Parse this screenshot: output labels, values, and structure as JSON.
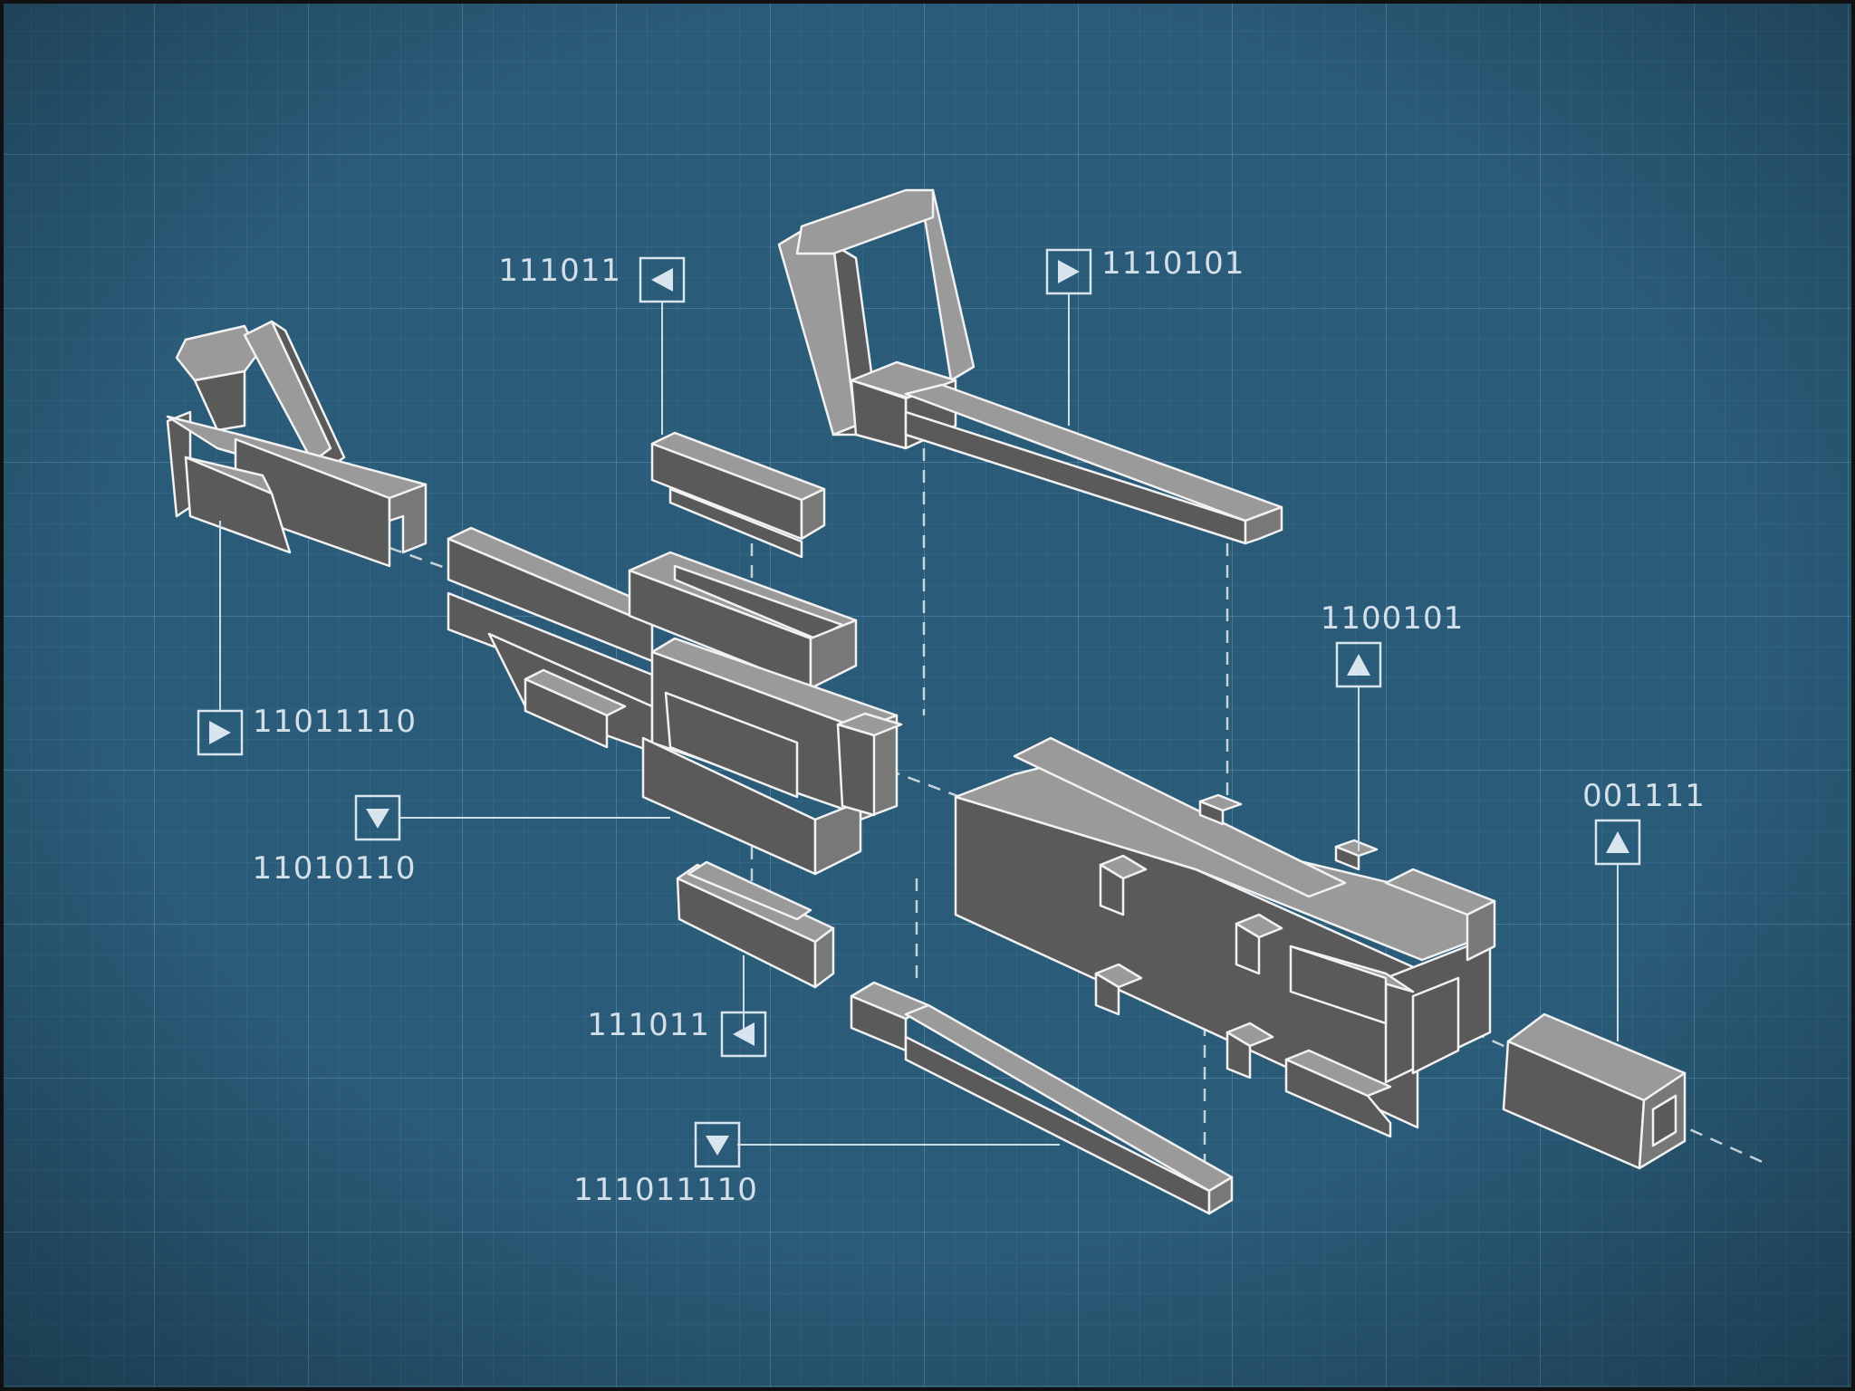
{
  "diagram": {
    "colors": {
      "background": "#2a5b78",
      "grid_minor": "#3b6d8b",
      "grid_major": "#4f7f9c",
      "part_top": "#9a9a9a",
      "part_side": "#5a5a5a",
      "outline": "#f2f2f2",
      "callout": "#d3e0ea"
    },
    "callouts": [
      {
        "id": "c1",
        "label": "111011",
        "icon": "arrow-left-icon"
      },
      {
        "id": "c2",
        "label": "1110101",
        "icon": "arrow-right-icon"
      },
      {
        "id": "c3",
        "label": "11011110",
        "icon": "arrow-right-icon"
      },
      {
        "id": "c4",
        "label": "11010110",
        "icon": "arrow-down-icon"
      },
      {
        "id": "c5",
        "label": "1100101",
        "icon": "arrow-up-icon"
      },
      {
        "id": "c6",
        "label": "001111",
        "icon": "arrow-up-icon"
      },
      {
        "id": "c7",
        "label": "111011",
        "icon": "arrow-left-icon"
      },
      {
        "id": "c8",
        "label": "111011110",
        "icon": "arrow-down-icon"
      }
    ]
  }
}
